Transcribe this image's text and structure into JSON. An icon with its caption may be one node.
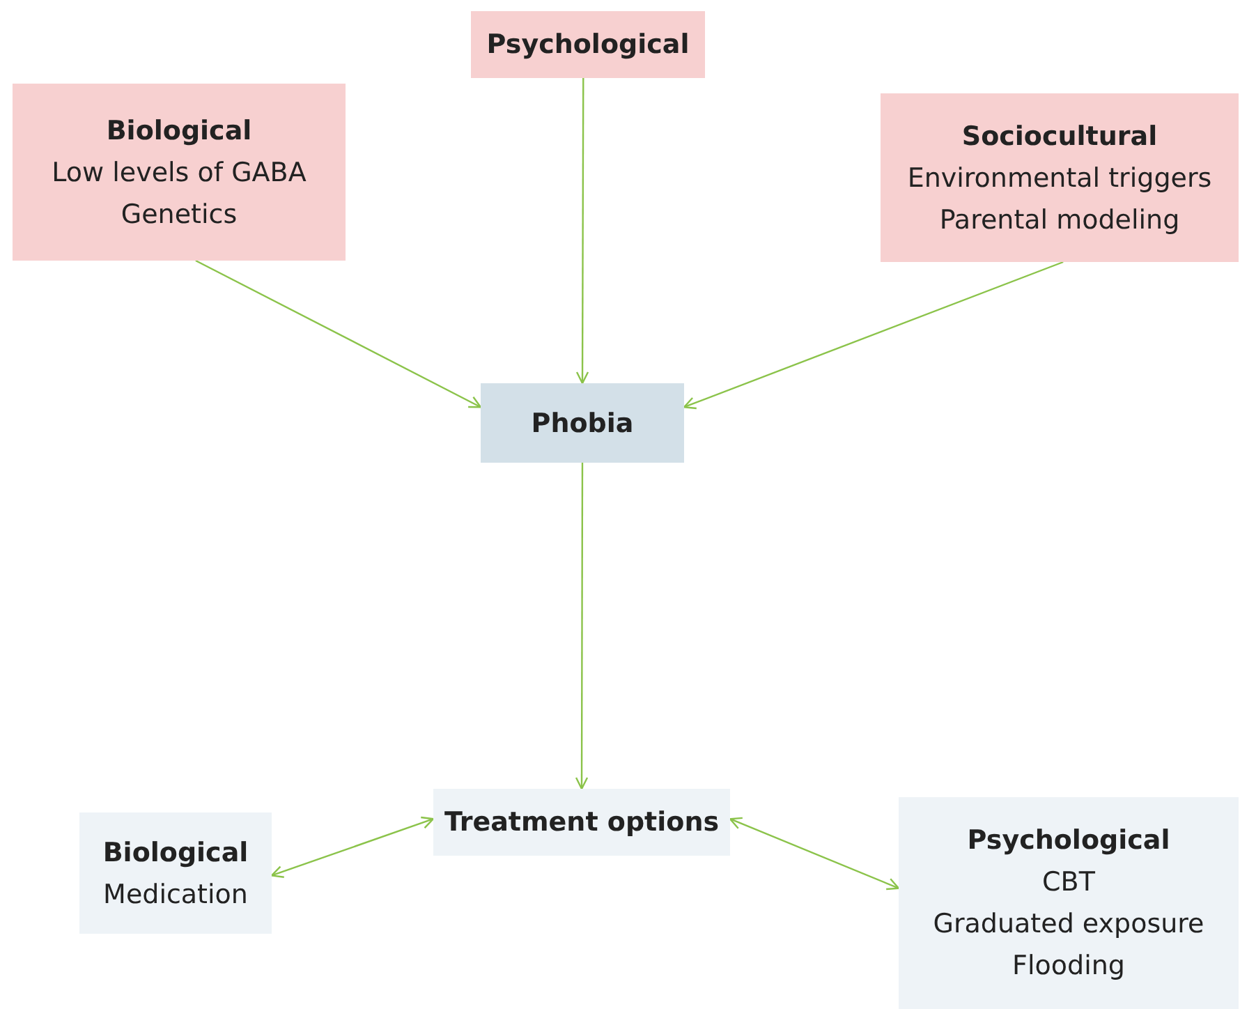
{
  "diagram": {
    "nodes": [
      {
        "text": [
          "Psychological"
        ]
      },
      {
        "text": [
          "Biological",
          "Low levels of GABA",
          "Genetics"
        ]
      },
      {
        "text": [
          "Sociocultural",
          "Environmental triggers",
          "Parental modeling"
        ]
      },
      {
        "text": [
          "Phobia"
        ]
      },
      {
        "text": [
          "Treatment options"
        ]
      },
      {
        "text": [
          "Biological",
          "Medication"
        ]
      },
      {
        "text": [
          "Psychological",
          "CBT",
          "Graduated exposure",
          "Flooding"
        ]
      }
    ],
    "edges": [
      {
        "from": 0,
        "to": 3,
        "arrow": "to"
      },
      {
        "from": 1,
        "to": 3,
        "arrow": "to"
      },
      {
        "from": 2,
        "to": 3,
        "arrow": "to"
      },
      {
        "from": 3,
        "to": 4,
        "arrow": "to"
      },
      {
        "from": 4,
        "to": 5,
        "arrow": "both"
      },
      {
        "from": 4,
        "to": 6,
        "arrow": "both"
      }
    ]
  }
}
